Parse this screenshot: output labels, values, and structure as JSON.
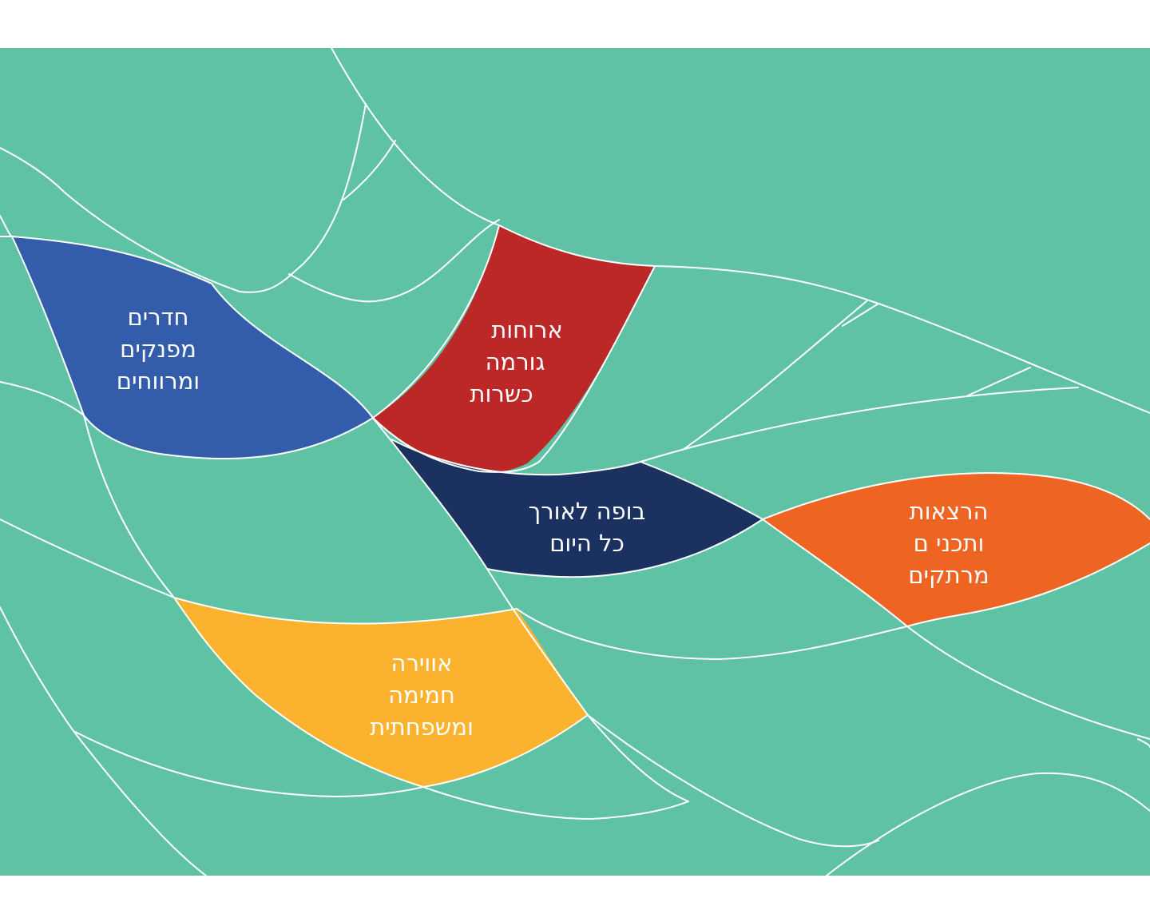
{
  "colors": {
    "background_green": "#5FC2A5",
    "line": "#FFFFFF",
    "blue": "#335DAA",
    "red": "#BC2728",
    "navy": "#1B3261",
    "orange": "#EE6523",
    "yellow": "#FBB22E"
  },
  "patches": [
    {
      "id": "rooms",
      "lines": [
        "חדרים",
        "מפנקים",
        "ומרווחים"
      ]
    },
    {
      "id": "meals",
      "lines": [
        "ארוחות",
        "גורמה",
        "כשרות"
      ]
    },
    {
      "id": "buffet",
      "lines": [
        "בופה לאורך",
        "כל היום"
      ]
    },
    {
      "id": "lectures",
      "lines": [
        "הרצאות",
        "ותכני ם",
        "מרתקים"
      ]
    },
    {
      "id": "atmosphere",
      "lines": [
        "אווירה",
        "חמימה",
        "ומשפחתית"
      ]
    }
  ]
}
